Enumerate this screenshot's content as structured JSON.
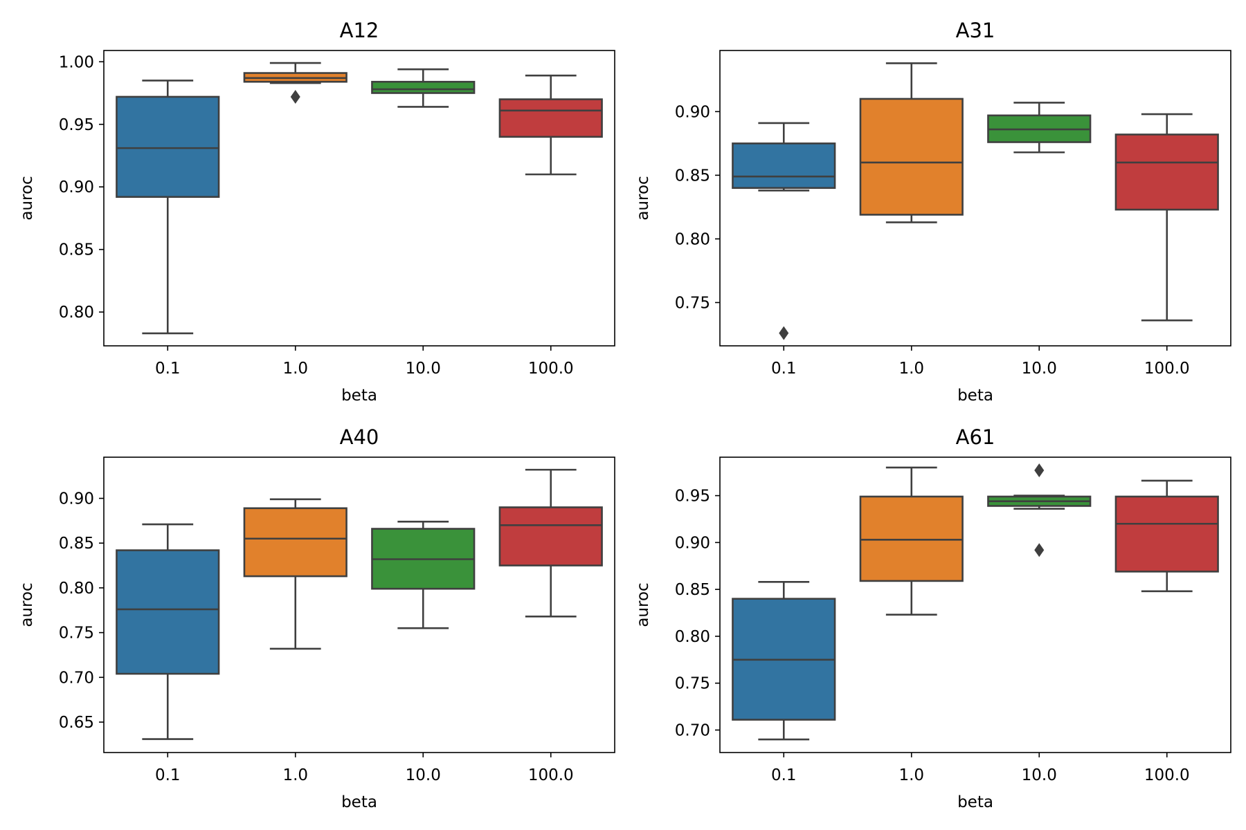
{
  "colors": {
    "categories": [
      "#3274a1",
      "#e1812c",
      "#3a923a",
      "#c03d3e"
    ],
    "line": "#3f3f3f"
  },
  "chart_data": [
    {
      "type": "box",
      "title": "A12",
      "xlabel": "beta",
      "ylabel": "auroc",
      "categories": [
        "0.1",
        "1.0",
        "10.0",
        "100.0"
      ],
      "ylim": [
        0.773,
        1.009
      ],
      "yticks": [
        "0.80",
        "0.85",
        "0.90",
        "0.95",
        "1.00"
      ],
      "boxes": [
        {
          "whisker_low": 0.783,
          "q1": 0.892,
          "median": 0.931,
          "q3": 0.972,
          "whisker_high": 0.985,
          "outliers": []
        },
        {
          "whisker_low": 0.983,
          "q1": 0.984,
          "median": 0.987,
          "q3": 0.991,
          "whisker_high": 0.999,
          "outliers": [
            0.972
          ]
        },
        {
          "whisker_low": 0.964,
          "q1": 0.975,
          "median": 0.978,
          "q3": 0.984,
          "whisker_high": 0.994,
          "outliers": []
        },
        {
          "whisker_low": 0.91,
          "q1": 0.94,
          "median": 0.961,
          "q3": 0.97,
          "whisker_high": 0.989,
          "outliers": []
        }
      ]
    },
    {
      "type": "box",
      "title": "A31",
      "xlabel": "beta",
      "ylabel": "auroc",
      "categories": [
        "0.1",
        "1.0",
        "10.0",
        "100.0"
      ],
      "ylim": [
        0.716,
        0.948
      ],
      "yticks": [
        "0.75",
        "0.80",
        "0.85",
        "0.90"
      ],
      "boxes": [
        {
          "whisker_low": 0.838,
          "q1": 0.84,
          "median": 0.849,
          "q3": 0.875,
          "whisker_high": 0.891,
          "outliers": [
            0.726
          ]
        },
        {
          "whisker_low": 0.813,
          "q1": 0.819,
          "median": 0.86,
          "q3": 0.91,
          "whisker_high": 0.938,
          "outliers": []
        },
        {
          "whisker_low": 0.868,
          "q1": 0.876,
          "median": 0.886,
          "q3": 0.897,
          "whisker_high": 0.907,
          "outliers": []
        },
        {
          "whisker_low": 0.736,
          "q1": 0.823,
          "median": 0.86,
          "q3": 0.882,
          "whisker_high": 0.898,
          "outliers": []
        }
      ]
    },
    {
      "type": "box",
      "title": "A40",
      "xlabel": "beta",
      "ylabel": "auroc",
      "categories": [
        "0.1",
        "1.0",
        "10.0",
        "100.0"
      ],
      "ylim": [
        0.616,
        0.946
      ],
      "yticks": [
        "0.65",
        "0.70",
        "0.75",
        "0.80",
        "0.85",
        "0.90"
      ],
      "boxes": [
        {
          "whisker_low": 0.631,
          "q1": 0.704,
          "median": 0.776,
          "q3": 0.842,
          "whisker_high": 0.871,
          "outliers": []
        },
        {
          "whisker_low": 0.732,
          "q1": 0.813,
          "median": 0.855,
          "q3": 0.889,
          "whisker_high": 0.899,
          "outliers": []
        },
        {
          "whisker_low": 0.755,
          "q1": 0.799,
          "median": 0.832,
          "q3": 0.866,
          "whisker_high": 0.874,
          "outliers": []
        },
        {
          "whisker_low": 0.768,
          "q1": 0.825,
          "median": 0.87,
          "q3": 0.89,
          "whisker_high": 0.932,
          "outliers": []
        }
      ]
    },
    {
      "type": "box",
      "title": "A61",
      "xlabel": "beta",
      "ylabel": "auroc",
      "categories": [
        "0.1",
        "1.0",
        "10.0",
        "100.0"
      ],
      "ylim": [
        0.676,
        0.991
      ],
      "yticks": [
        "0.70",
        "0.75",
        "0.80",
        "0.85",
        "0.90",
        "0.95"
      ],
      "boxes": [
        {
          "whisker_low": 0.69,
          "q1": 0.711,
          "median": 0.775,
          "q3": 0.84,
          "whisker_high": 0.858,
          "outliers": []
        },
        {
          "whisker_low": 0.823,
          "q1": 0.859,
          "median": 0.903,
          "q3": 0.949,
          "whisker_high": 0.98,
          "outliers": []
        },
        {
          "whisker_low": 0.936,
          "q1": 0.939,
          "median": 0.944,
          "q3": 0.949,
          "whisker_high": 0.95,
          "outliers": [
            0.977,
            0.892
          ]
        },
        {
          "whisker_low": 0.848,
          "q1": 0.869,
          "median": 0.92,
          "q3": 0.949,
          "whisker_high": 0.966,
          "outliers": []
        }
      ]
    }
  ]
}
